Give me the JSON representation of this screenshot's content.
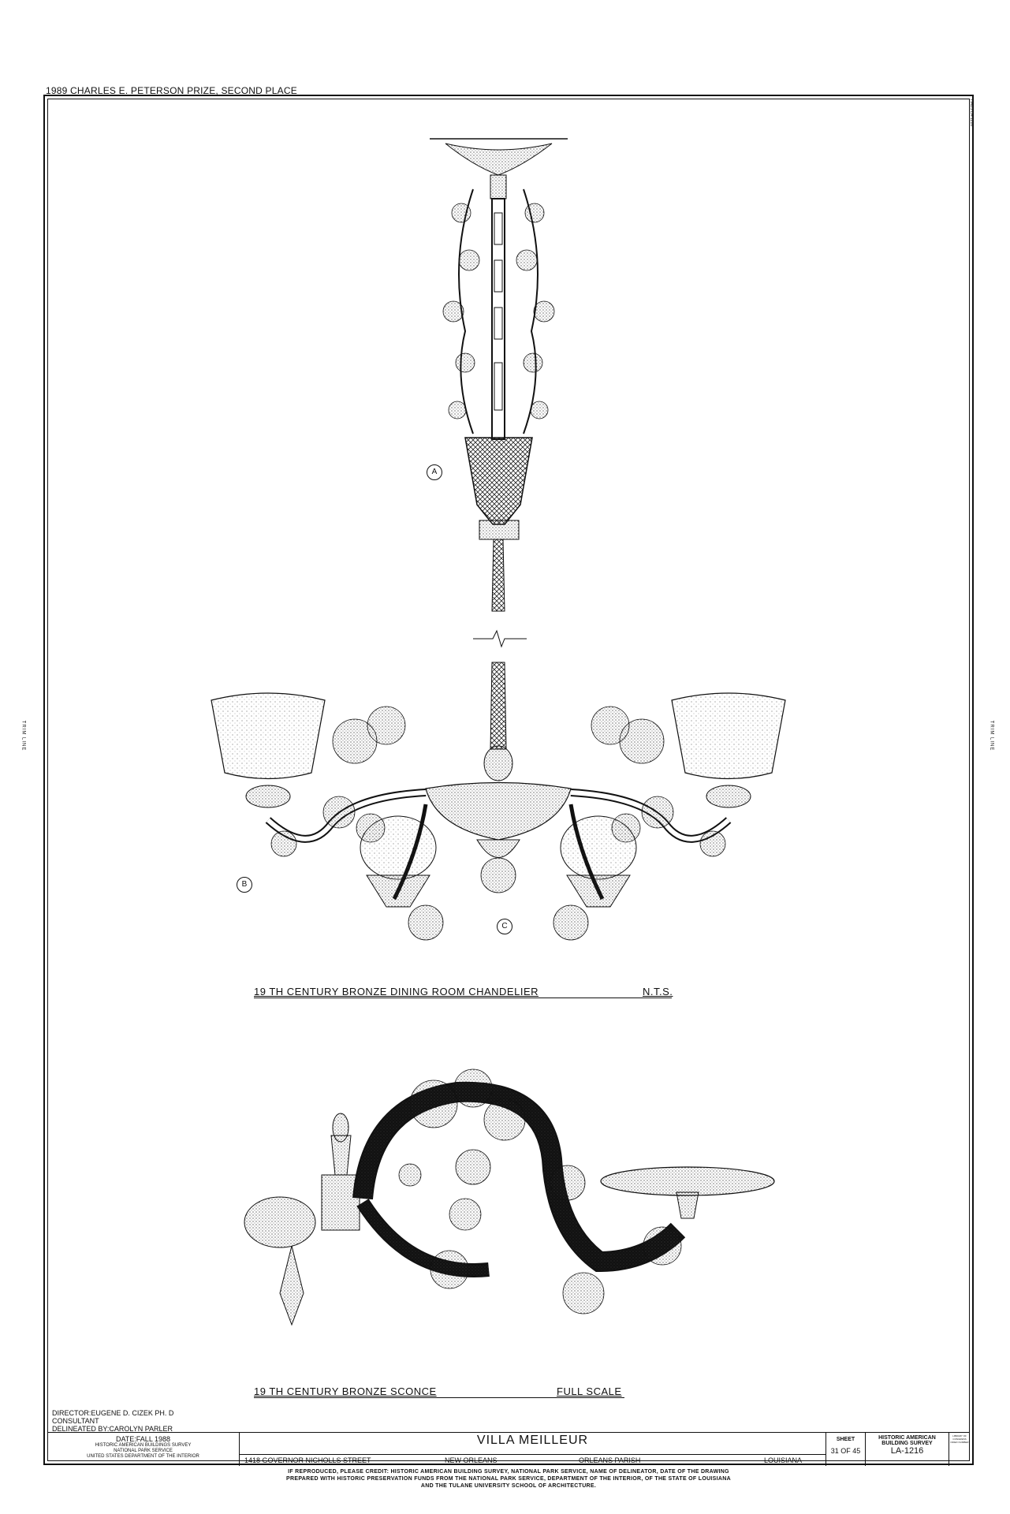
{
  "prize": "1989 CHARLES E. PETERSON PRIZE, SECOND PLACE",
  "trim_line": "TRIM LINE",
  "corner_code": "HABS LA-1216",
  "labels": {
    "a": "A",
    "b": "B",
    "c": "C"
  },
  "caption1": {
    "title": "19 TH CENTURY BRONZE DINING ROOM CHANDELIER",
    "scale": "N.T.S."
  },
  "caption2": {
    "title": "19 TH CENTURY BRONZE SCONCE",
    "scale": "FULL SCALE"
  },
  "credits": {
    "director": "DIRECTOR:EUGENE D. CIZEK PH. D",
    "consultant": "CONSULTANT",
    "delineated": "DELINEATED BY:CAROLYN PARLER"
  },
  "title_block": {
    "date": "DATE:FALL 1988",
    "agency1": "HISTORIC AMERICAN BUILDINGS SURVEY",
    "agency2": "NATIONAL PARK SERVICE",
    "agency3": "UNITED STATES DEPARTMENT OF THE INTERIOR",
    "title": "VILLA MEILLEUR",
    "address": "1418 GOVERNOR NICHOLLS STREET",
    "city": "NEW ORLEANS",
    "parish": "ORLEANS PARISH",
    "state": "LOUISIANA",
    "sheet_label": "SHEET",
    "sheet_number": "31 OF 45",
    "habs1": "HISTORIC AMERICAN",
    "habs2": "BUILDING SURVEY",
    "habs_number": "LA-1216",
    "library": "LIBRARY OF CONGRESS INDEX NUMBER"
  },
  "footer": {
    "line1": "IF REPRODUCED, PLEASE CREDIT: HISTORIC AMERICAN BUILDING SURVEY, NATIONAL PARK SERVICE, NAME OF DELINEATOR, DATE OF THE DRAWING",
    "line2": "PREPARED WITH HISTORIC PRESERVATION FUNDS FROM THE NATIONAL PARK SERVICE, DEPARTMENT OF THE INTERIOR, OF THE STATE OF LOUISIANA",
    "line3": "AND THE TULANE UNIVERSITY SCHOOL OF ARCHITECTURE."
  }
}
